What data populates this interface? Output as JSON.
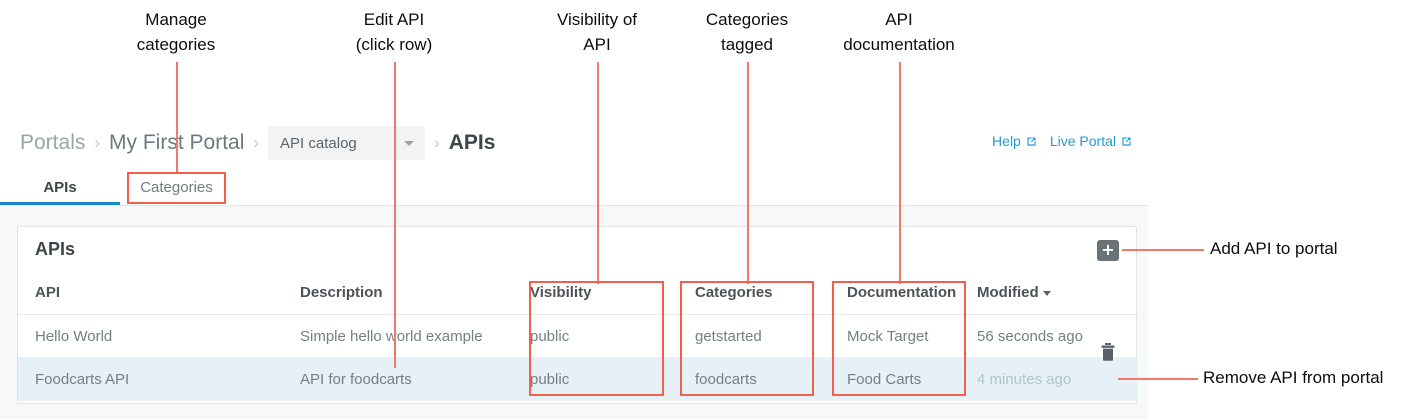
{
  "annotations": {
    "callouts": [
      {
        "id": "manage-categories",
        "text": "Manage\ncategories"
      },
      {
        "id": "edit-api",
        "text": "Edit API\n(click row)"
      },
      {
        "id": "visibility-of-api",
        "text": "Visibility of\nAPI"
      },
      {
        "id": "categories-tagged",
        "text": "Categories\ntagged"
      },
      {
        "id": "api-documentation",
        "text": "API\ndocumentation"
      },
      {
        "id": "add-api",
        "text": "Add API to portal"
      },
      {
        "id": "remove-api",
        "text": "Remove API from portal"
      }
    ],
    "highlight_color": "#f0604d",
    "line_color": "#f4776a"
  },
  "breadcrumb": {
    "portals": "Portals",
    "portal_name": "My First Portal",
    "catalog_select": "API catalog",
    "current": "APIs",
    "separator": "›"
  },
  "toplinks": [
    {
      "label": "Help",
      "icon": "external-link-icon"
    },
    {
      "label": "Live Portal",
      "icon": "external-link-icon"
    }
  ],
  "tabs": [
    {
      "label": "APIs",
      "active": true
    },
    {
      "label": "Categories",
      "active": false
    }
  ],
  "card": {
    "title": "APIs",
    "add_button_icon": "plus-icon",
    "delete_row_icon": "trash-icon",
    "columns": [
      "API",
      "Description",
      "Visibility",
      "Categories",
      "Documentation",
      "Modified"
    ],
    "sorted_column": "Modified",
    "sort_direction": "desc",
    "rows": [
      {
        "api": "Hello World",
        "description": "Simple hello world example",
        "visibility": "public",
        "categories": "getstarted",
        "documentation": "Mock Target",
        "modified": "56 seconds ago",
        "selected": false
      },
      {
        "api": "Foodcarts API",
        "description": "API for foodcarts",
        "visibility": "public",
        "categories": "foodcarts",
        "documentation": "Food Carts",
        "modified": "4 minutes ago",
        "selected": true
      }
    ]
  },
  "colors": {
    "accent_blue": "#1e88c7",
    "link_blue": "#1e9bd7",
    "selected_row": "#e5f1f7",
    "panel_bg": "#f7f8f8",
    "add_button_bg": "#6b7276"
  }
}
